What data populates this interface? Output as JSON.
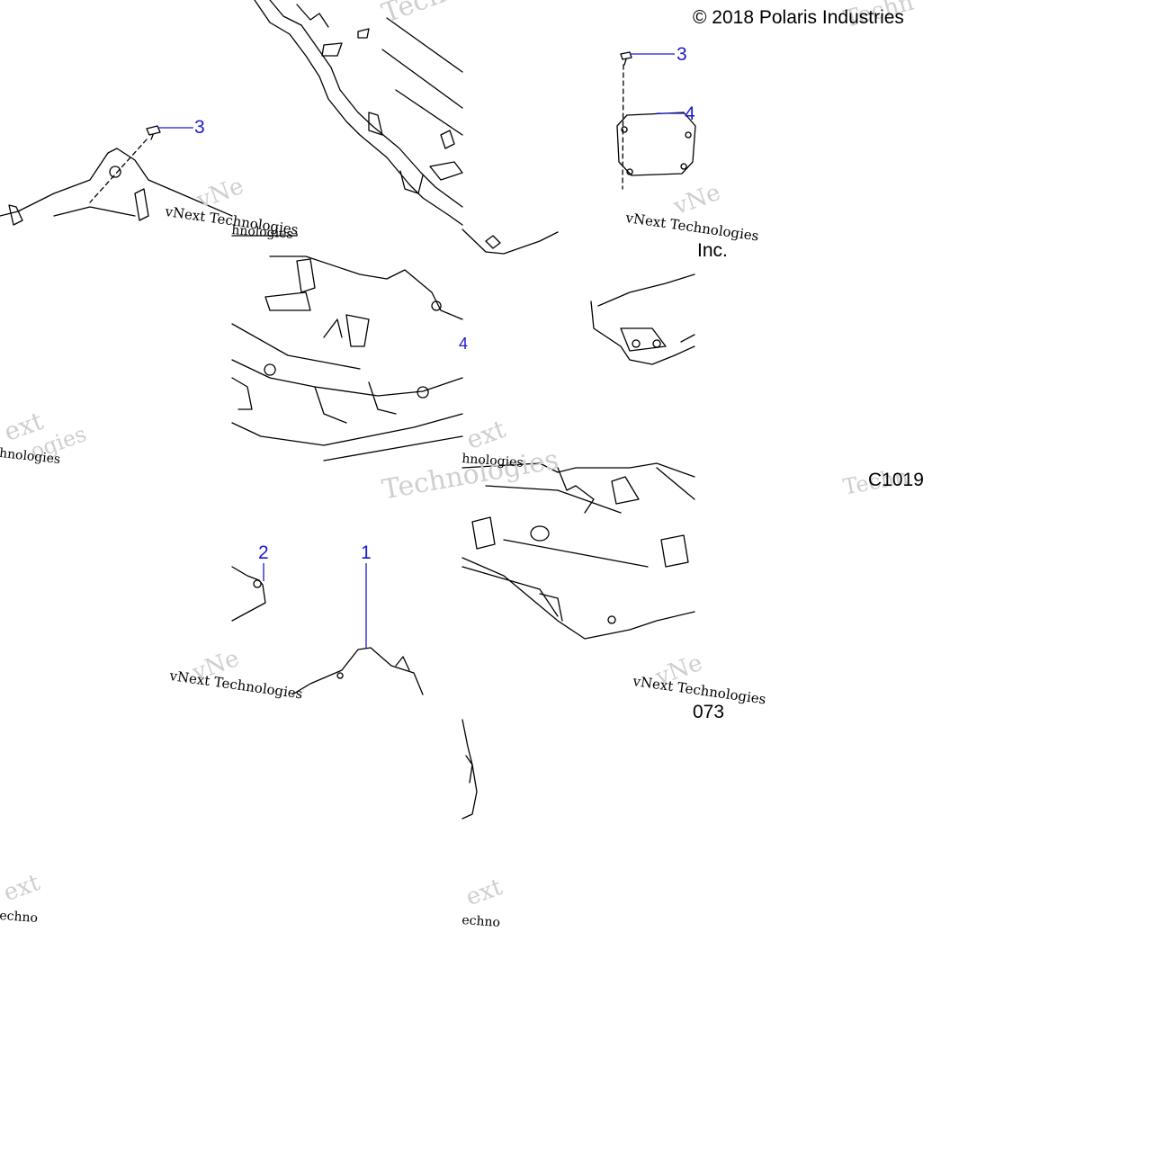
{
  "copyright": "© 2018 Polaris Industries",
  "copyright_tail": "Inc.",
  "drawing_code_a": "C1019",
  "drawing_code_b": "073",
  "watermark": {
    "brand": "vNext",
    "word": "Technologies",
    "full": "vNext Technologies",
    "frag_ext": "ext",
    "frag_techno": "echno",
    "frag_techn": "Techn",
    "frag_nologies": "hnologies",
    "frag_gies": "ogies",
    "frag_vne": "vNe"
  },
  "callouts": [
    {
      "id": "c3a",
      "label": "3"
    },
    {
      "id": "c3b",
      "label": "3"
    },
    {
      "id": "c4a",
      "label": "4"
    },
    {
      "id": "c4b",
      "label": "4"
    },
    {
      "id": "c2",
      "label": "2"
    },
    {
      "id": "c1",
      "label": "1"
    }
  ],
  "colors": {
    "line": "#000000",
    "callout": "#1a1ad0",
    "watermark": "#cfcfcf"
  }
}
